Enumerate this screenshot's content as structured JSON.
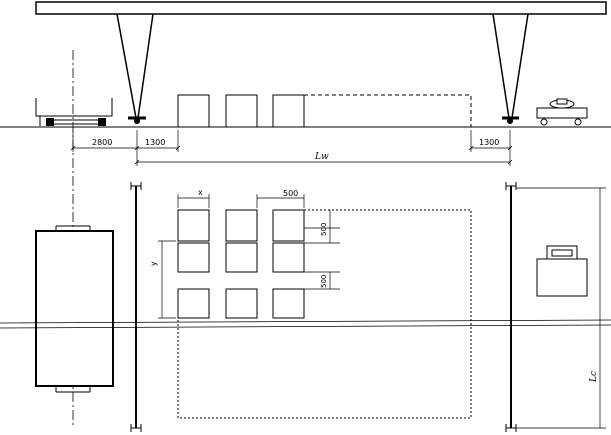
{
  "dimensions": {
    "offset_left": "2800",
    "gap_left": "1300",
    "gap_right": "1300",
    "span_label": "Lw",
    "cell_width": "x",
    "cell_gap_horizontal": "500",
    "cell_gap_top": "500",
    "cell_gap_lower": "500",
    "grid_height": "y",
    "side_length": "Lc"
  }
}
